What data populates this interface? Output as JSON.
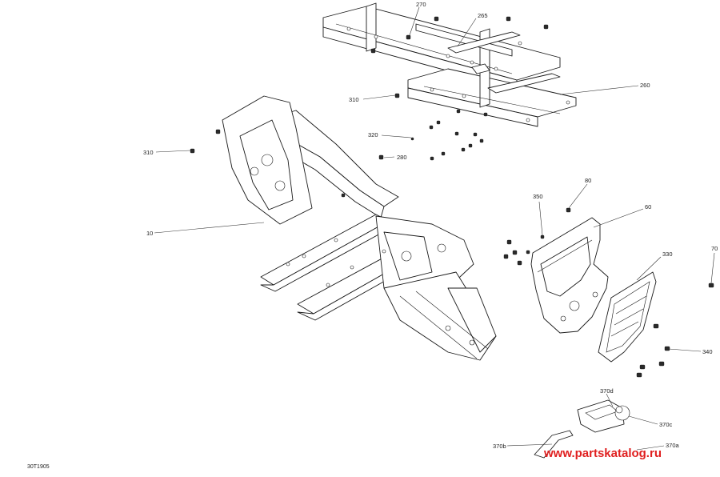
{
  "callouts": [
    {
      "id": "c270",
      "text": "270"
    },
    {
      "id": "c265",
      "text": "265"
    },
    {
      "id": "c260",
      "text": "260"
    },
    {
      "id": "c310a",
      "text": "310"
    },
    {
      "id": "c320",
      "text": "320"
    },
    {
      "id": "c280",
      "text": "280"
    },
    {
      "id": "c310b",
      "text": "310"
    },
    {
      "id": "c10",
      "text": "10"
    },
    {
      "id": "c80",
      "text": "80"
    },
    {
      "id": "c350",
      "text": "350"
    },
    {
      "id": "c60",
      "text": "60"
    },
    {
      "id": "c330",
      "text": "330"
    },
    {
      "id": "c70",
      "text": "70"
    },
    {
      "id": "c340",
      "text": "340"
    },
    {
      "id": "c370d",
      "text": "370d"
    },
    {
      "id": "c370c",
      "text": "370c"
    },
    {
      "id": "c370b",
      "text": "370b"
    },
    {
      "id": "c370a",
      "text": "370a"
    }
  ],
  "diagram_code": "30T1905",
  "watermark": "www.partskatalog.ru",
  "colors": {
    "line": "#1a1a1a",
    "watermark": "#e02020",
    "background": "#ffffff"
  }
}
